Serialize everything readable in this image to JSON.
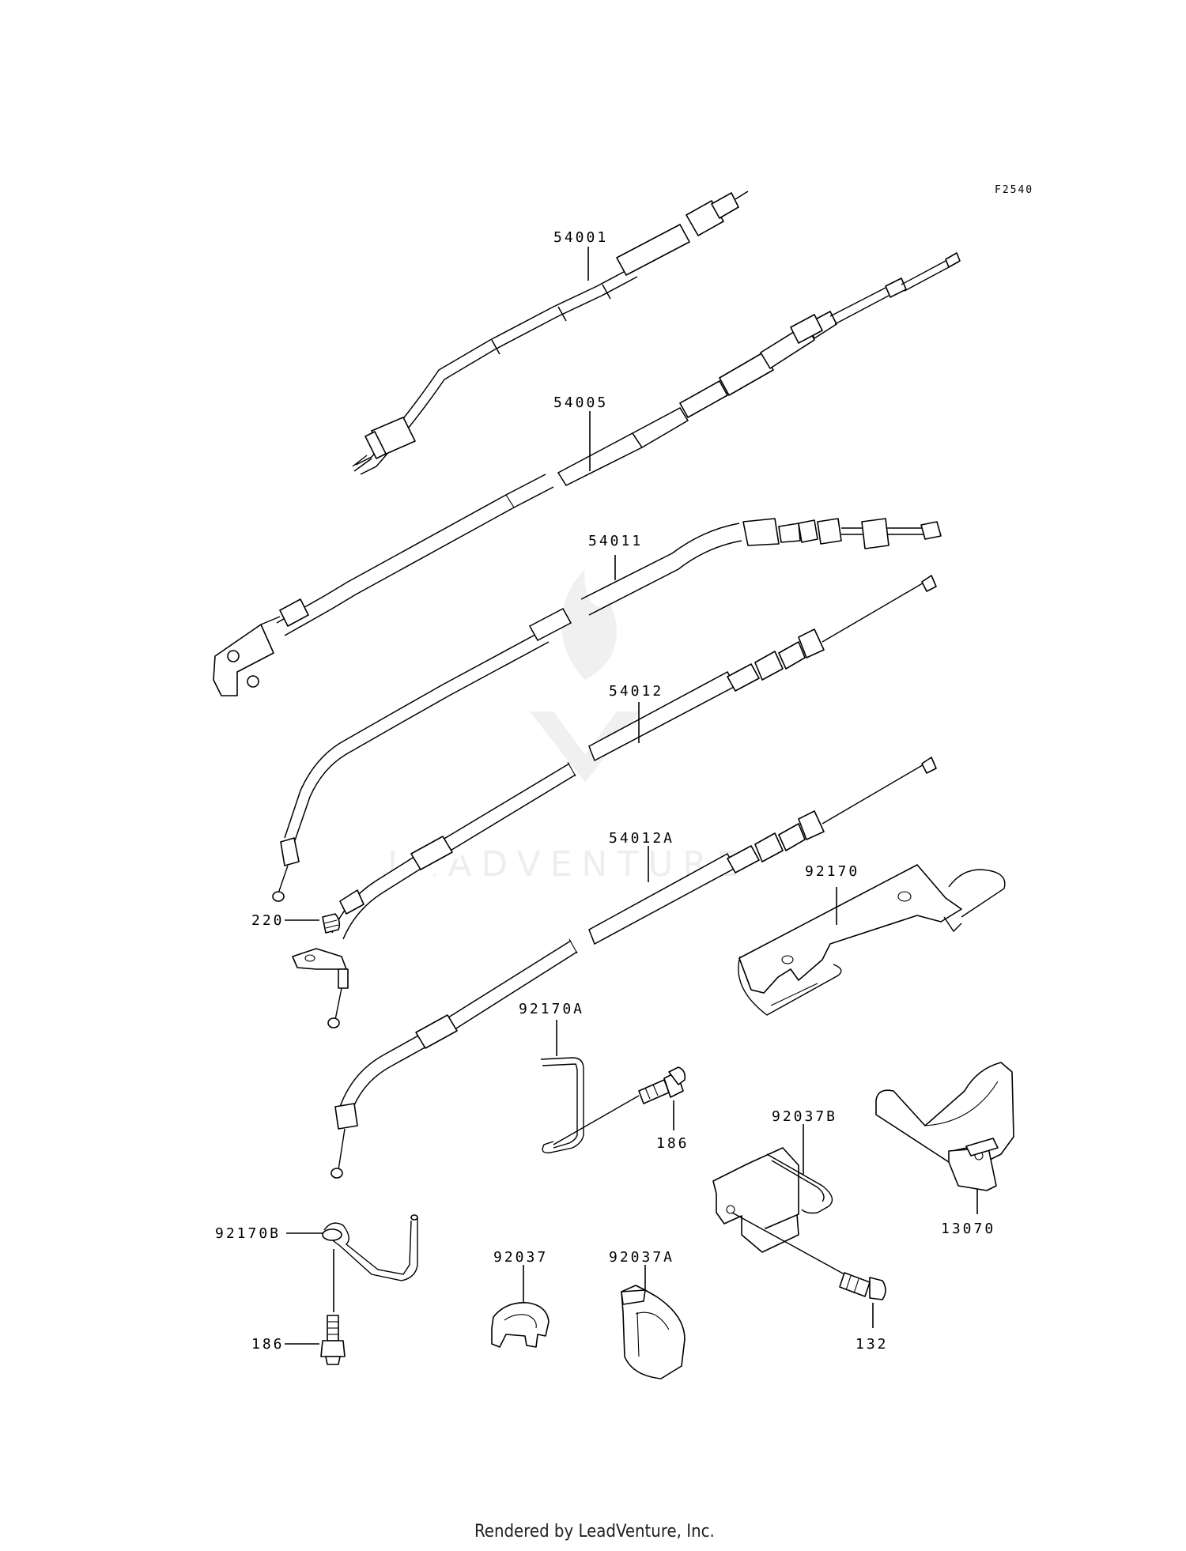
{
  "figure_code": "F2540",
  "watermark": "LEADVENTURE",
  "footer": "Rendered by LeadVenture, Inc.",
  "labels": {
    "p54001": "54001",
    "p54005": "54005",
    "p54011": "54011",
    "p54012": "54012",
    "p54012A": "54012A",
    "p92170": "92170",
    "p92170A": "92170A",
    "p186a": "186",
    "p92037B": "92037B",
    "p13070": "13070",
    "p92170B": "92170B",
    "p186b": "186",
    "p92037": "92037",
    "p92037A": "92037A",
    "p132": "132",
    "p220": "220"
  }
}
